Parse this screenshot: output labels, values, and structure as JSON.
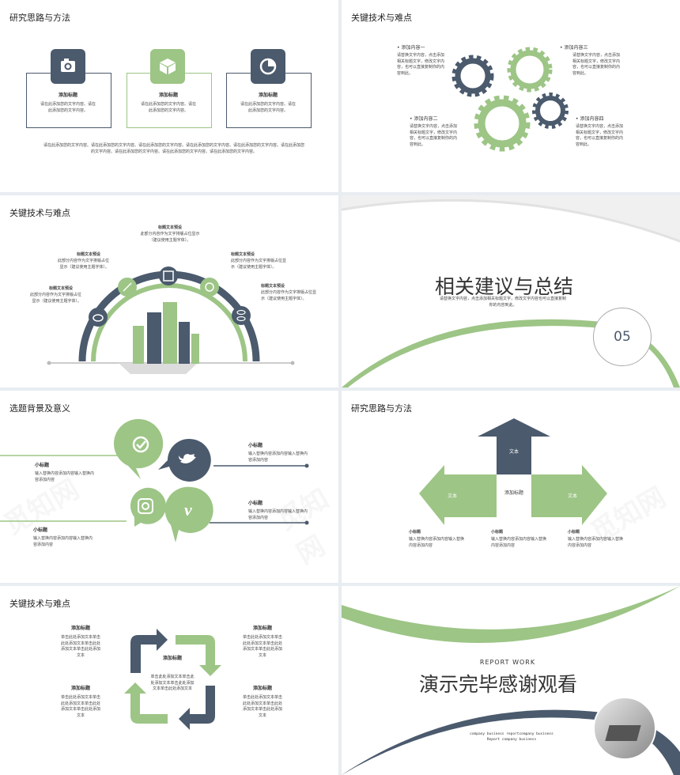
{
  "colors": {
    "green": "#9dc586",
    "slate": "#4b5a6d",
    "line": "#cfcfcf"
  },
  "s1": {
    "title": "研究思路与方法",
    "boxes": [
      {
        "icon": "camera-icon",
        "heading": "添加标题",
        "body": "请在此添加您的文字内容。请在此添加您的文字内容。"
      },
      {
        "icon": "box-icon",
        "heading": "添加标题",
        "body": "请在此添加您的文字内容。请在此添加您的文字内容。"
      },
      {
        "icon": "pie-icon",
        "heading": "添加标题",
        "body": "请在此添加您的文字内容。请在此添加您的文字内容。"
      }
    ],
    "footer": "请在此添加您的文字内容。请在此添加您的文字内容。请在此添加您的文字内容。请在此添加您的文字内容。请在此添加您的文字内容。请在此添加您的文字内容。请在此添加您的文字内容。请在此添加您的文字内容。请在此添加您的文字内容。"
  },
  "s2": {
    "title": "关键技术与难点",
    "items": [
      {
        "label": "添加内容一",
        "body": "请替换文字内容，点击添加相关标题文字，修改文字内容，也可以直接复制你的内容到此。"
      },
      {
        "label": "添加内容二",
        "body": "请替换文字内容，点击添加相关标题文字，修改文字内容，也可以直接复制你的内容到此。"
      },
      {
        "label": "添加内容三",
        "body": "请替换文字内容，点击添加相关标题文字，修改文字内容，也可以直接复制你的内容到此。"
      },
      {
        "label": "添加内容四",
        "body": "请替换文字内容，点击添加相关标题文字，修改文字内容，也可以直接复制你的内容到此。"
      }
    ]
  },
  "s3": {
    "title": "关键技术与难点",
    "top": {
      "heading": "标题文本预设",
      "body": "此部分内容作为文字排版占位显示（建议使用主题字体）。"
    },
    "left1": {
      "heading": "标题文本预设",
      "body": "此部分内容作为文字排版占位显示（建议使用主题字体）。"
    },
    "left2": {
      "heading": "标题文本预设",
      "body": "此部分内容作为文字排版占位显示（建议使用主题字体）。"
    },
    "right1": {
      "heading": "标题文本预设",
      "body": "此部分内容作为文字排版占位显示（建议使用主题字体）。"
    },
    "right2": {
      "heading": "标题文本预设",
      "body": "此部分内容作为文字排版占位显示（建议使用主题字体）。"
    }
  },
  "s4": {
    "title": "相关建议与总结",
    "body": "请替换文字内容，点击添加相关标题文字，修改文字内容也可以直接复制你的内容到此。",
    "number": "05"
  },
  "s5": {
    "title": "选题背景及意义",
    "items": [
      {
        "heading": "小标题",
        "body": "输入替换内容添加内容输入替换内容添加内容"
      },
      {
        "heading": "小标题",
        "body": "输入替换内容添加内容输入替换内容添加内容"
      },
      {
        "heading": "小标题",
        "body": "输入替换内容添加内容输入替换内容添加内容"
      },
      {
        "heading": "小标题",
        "body": "输入替换内容添加内容输入替换内容添加内容"
      }
    ],
    "icons": [
      "check-icon",
      "twitter-icon",
      "instagram-icon",
      "vimeo-icon"
    ]
  },
  "s6": {
    "title": "研究思路与方法",
    "up": "文本",
    "left": "文本",
    "right": "文本",
    "center": "添加标题",
    "items": [
      {
        "heading": "小标题",
        "body": "输入替换内容添加内容输入替换内容添加内容"
      },
      {
        "heading": "小标题",
        "body": "输入替换内容添加内容输入替换内容添加内容"
      },
      {
        "heading": "小标题",
        "body": "输入替换内容添加内容输入替换内容添加内容"
      }
    ]
  },
  "s7": {
    "title": "关键技术与难点",
    "center_heading": "添加标题",
    "center_body": "单击此处添加文本单击此处添加文本单击此处添加文本单击此处添加文本",
    "items": [
      {
        "heading": "添加标题",
        "body": "单击此处添加文本单击此处添加文本单击此处添加文本单击此处添加文本"
      },
      {
        "heading": "添加标题",
        "body": "单击此处添加文本单击此处添加文本单击此处添加文本单击此处添加文本"
      },
      {
        "heading": "添加标题",
        "body": "单击此处添加文本单击此处添加文本单击此处添加文本单击此处添加文本"
      },
      {
        "heading": "添加标题",
        "body": "单击此处添加文本单击此处添加文本单击此处添加文本单击此处添加文本"
      }
    ]
  },
  "s8": {
    "subtitle": "REPORT WORK",
    "title": "演示完毕感谢观看",
    "line1": "company business reportcompany business",
    "line2": "Report company business"
  },
  "watermark": "觅知网"
}
